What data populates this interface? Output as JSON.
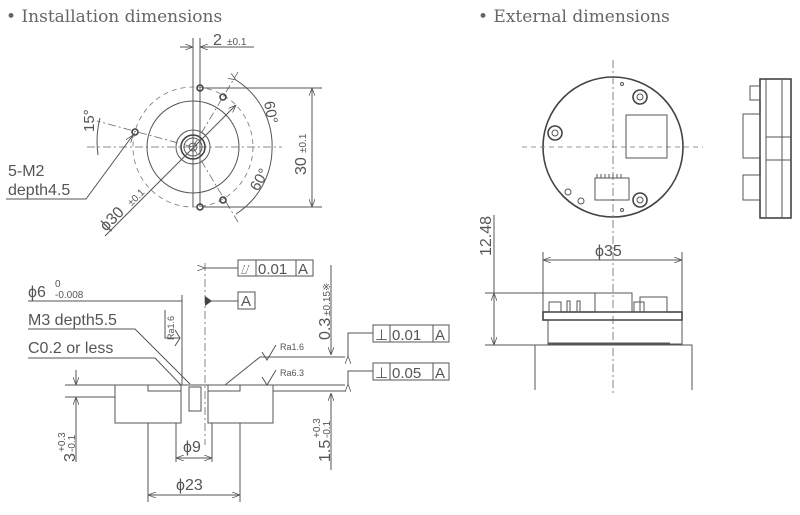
{
  "headings": {
    "installation": "• Installation dimensions",
    "external": "• External dimensions"
  },
  "installation_top_view": {
    "offset": "2",
    "offset_tol": "±0.1",
    "angle_15": "15°",
    "angle_60_top": "60°",
    "angle_60_bottom": "60°",
    "height": "30",
    "height_tol": "±0.1",
    "diameter": "ϕ30",
    "diameter_tol": "±0.1",
    "holes_line1": "5-M2",
    "holes_line2": "depth4.5"
  },
  "installation_section": {
    "shaft": "ϕ6",
    "shaft_tol_upper": "0",
    "shaft_tol_lower": "-0.008",
    "tap": "M3 depth5.5",
    "chamfer": "C0.2 or less",
    "runout_symbol": "⌰",
    "runout_value": "0.01",
    "runout_datum": "A",
    "datum": "A",
    "perp1_symbol": "⊥",
    "perp1_value": "0.01",
    "perp1_datum": "A",
    "perp2_symbol": "⊥",
    "perp2_value": "0.05",
    "perp2_datum": "A",
    "ra_shaft": "Ra1.6",
    "ra_face": "Ra1.6",
    "ra_mount": "Ra6.3",
    "step": "0.3",
    "step_tol": "±0.15※",
    "depth": "1.5",
    "depth_tol_upper": "+0.3",
    "depth_tol_lower": "-0.1",
    "thick": "3",
    "thick_tol_upper": "+0.3",
    "thick_tol_lower": "-0.1",
    "bore": "ϕ9",
    "recess": "ϕ23"
  },
  "external": {
    "diameter": "ϕ35",
    "height": "12.48"
  }
}
